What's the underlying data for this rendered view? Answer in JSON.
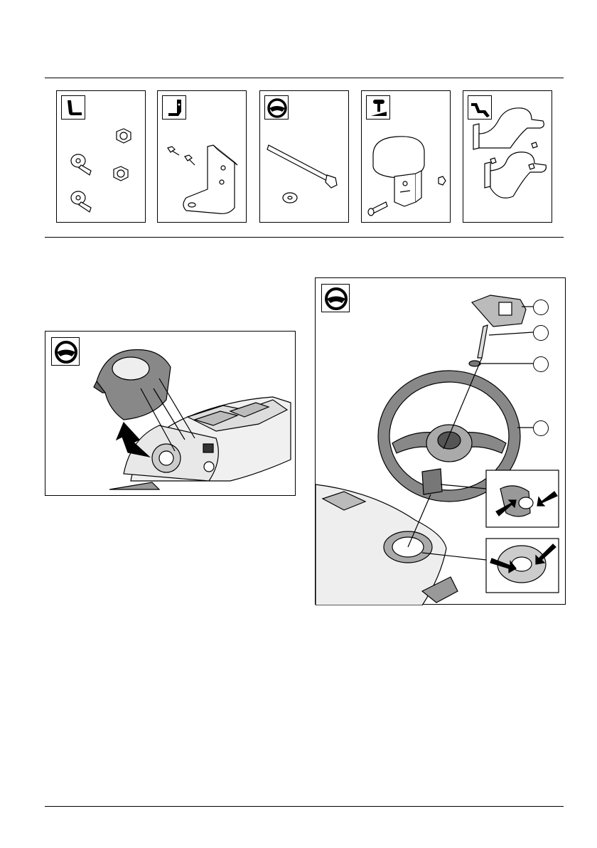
{
  "page": {
    "sections": {
      "parts_strip": {
        "panels": [
          {
            "id": "seat",
            "icon": "seat-icon"
          },
          {
            "id": "seat-bracket",
            "icon": "seat-bracket-icon"
          },
          {
            "id": "steering-wheel",
            "icon": "steering-wheel-icon"
          },
          {
            "id": "gear-lever",
            "icon": "lever-icon"
          },
          {
            "id": "handle",
            "icon": "handle-icon"
          }
        ]
      },
      "figure_cover": {
        "icon": "steering-wheel-icon"
      },
      "figure_wheel": {
        "icon": "steering-wheel-icon",
        "callouts": [
          "",
          "",
          "",
          ""
        ]
      }
    }
  }
}
